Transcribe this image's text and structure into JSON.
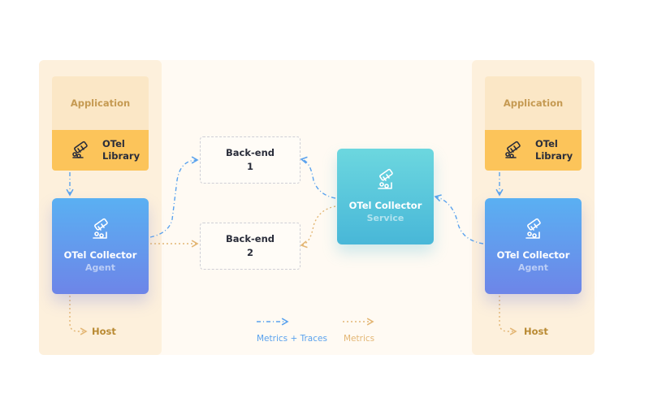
{
  "colors": {
    "metrics_traces": "#5aa2ee",
    "metrics": "#e3b674",
    "library": "#fcc45a",
    "application": "#fbe7c6",
    "host_panel": "#fdf0dc"
  },
  "icons": {
    "library": "telescope-icon",
    "collector": "telescope-icon"
  },
  "host_left": {
    "application_label": "Application",
    "library_label_line1": "OTel",
    "library_label_line2": "Library",
    "collector_title": "OTel Collector",
    "collector_subtitle": "Agent",
    "host_label": "Host"
  },
  "host_right": {
    "application_label": "Application",
    "library_label_line1": "OTel",
    "library_label_line2": "Library",
    "collector_title": "OTel Collector",
    "collector_subtitle": "Agent",
    "host_label": "Host"
  },
  "service": {
    "collector_title": "OTel Collector",
    "collector_subtitle": "Service"
  },
  "backends": [
    {
      "line1": "Back-end",
      "line2": "1"
    },
    {
      "line1": "Back-end",
      "line2": "2"
    }
  ],
  "legend": {
    "metrics_traces": "Metrics + Traces",
    "metrics": "Metrics"
  }
}
